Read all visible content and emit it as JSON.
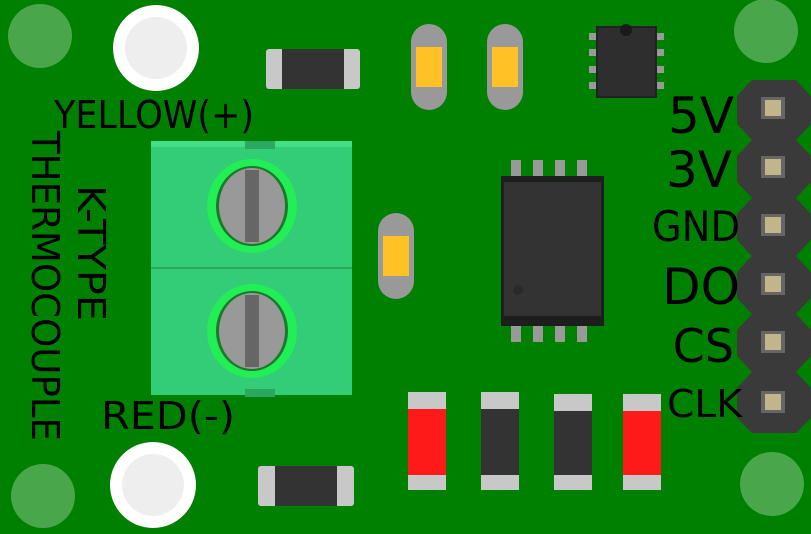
{
  "board": {
    "pcb_color": "#008000",
    "terminal_color": "#33cc77",
    "label_color": "#000000"
  },
  "labels": {
    "yellow_plus": "YELLOW(+)",
    "red_minus": "RED(-)",
    "ktype": "K-TYPE",
    "thermocouple": "THERMOCOUPLE"
  },
  "header_pins": [
    {
      "label": "5V"
    },
    {
      "label": "3V"
    },
    {
      "label": "GND"
    },
    {
      "label": "DO"
    },
    {
      "label": "CS"
    },
    {
      "label": "CLK"
    }
  ],
  "components": {
    "capacitor_color": "#ffc125",
    "resistor_color": "#333333",
    "red_part_color": "#ff1a1a"
  }
}
